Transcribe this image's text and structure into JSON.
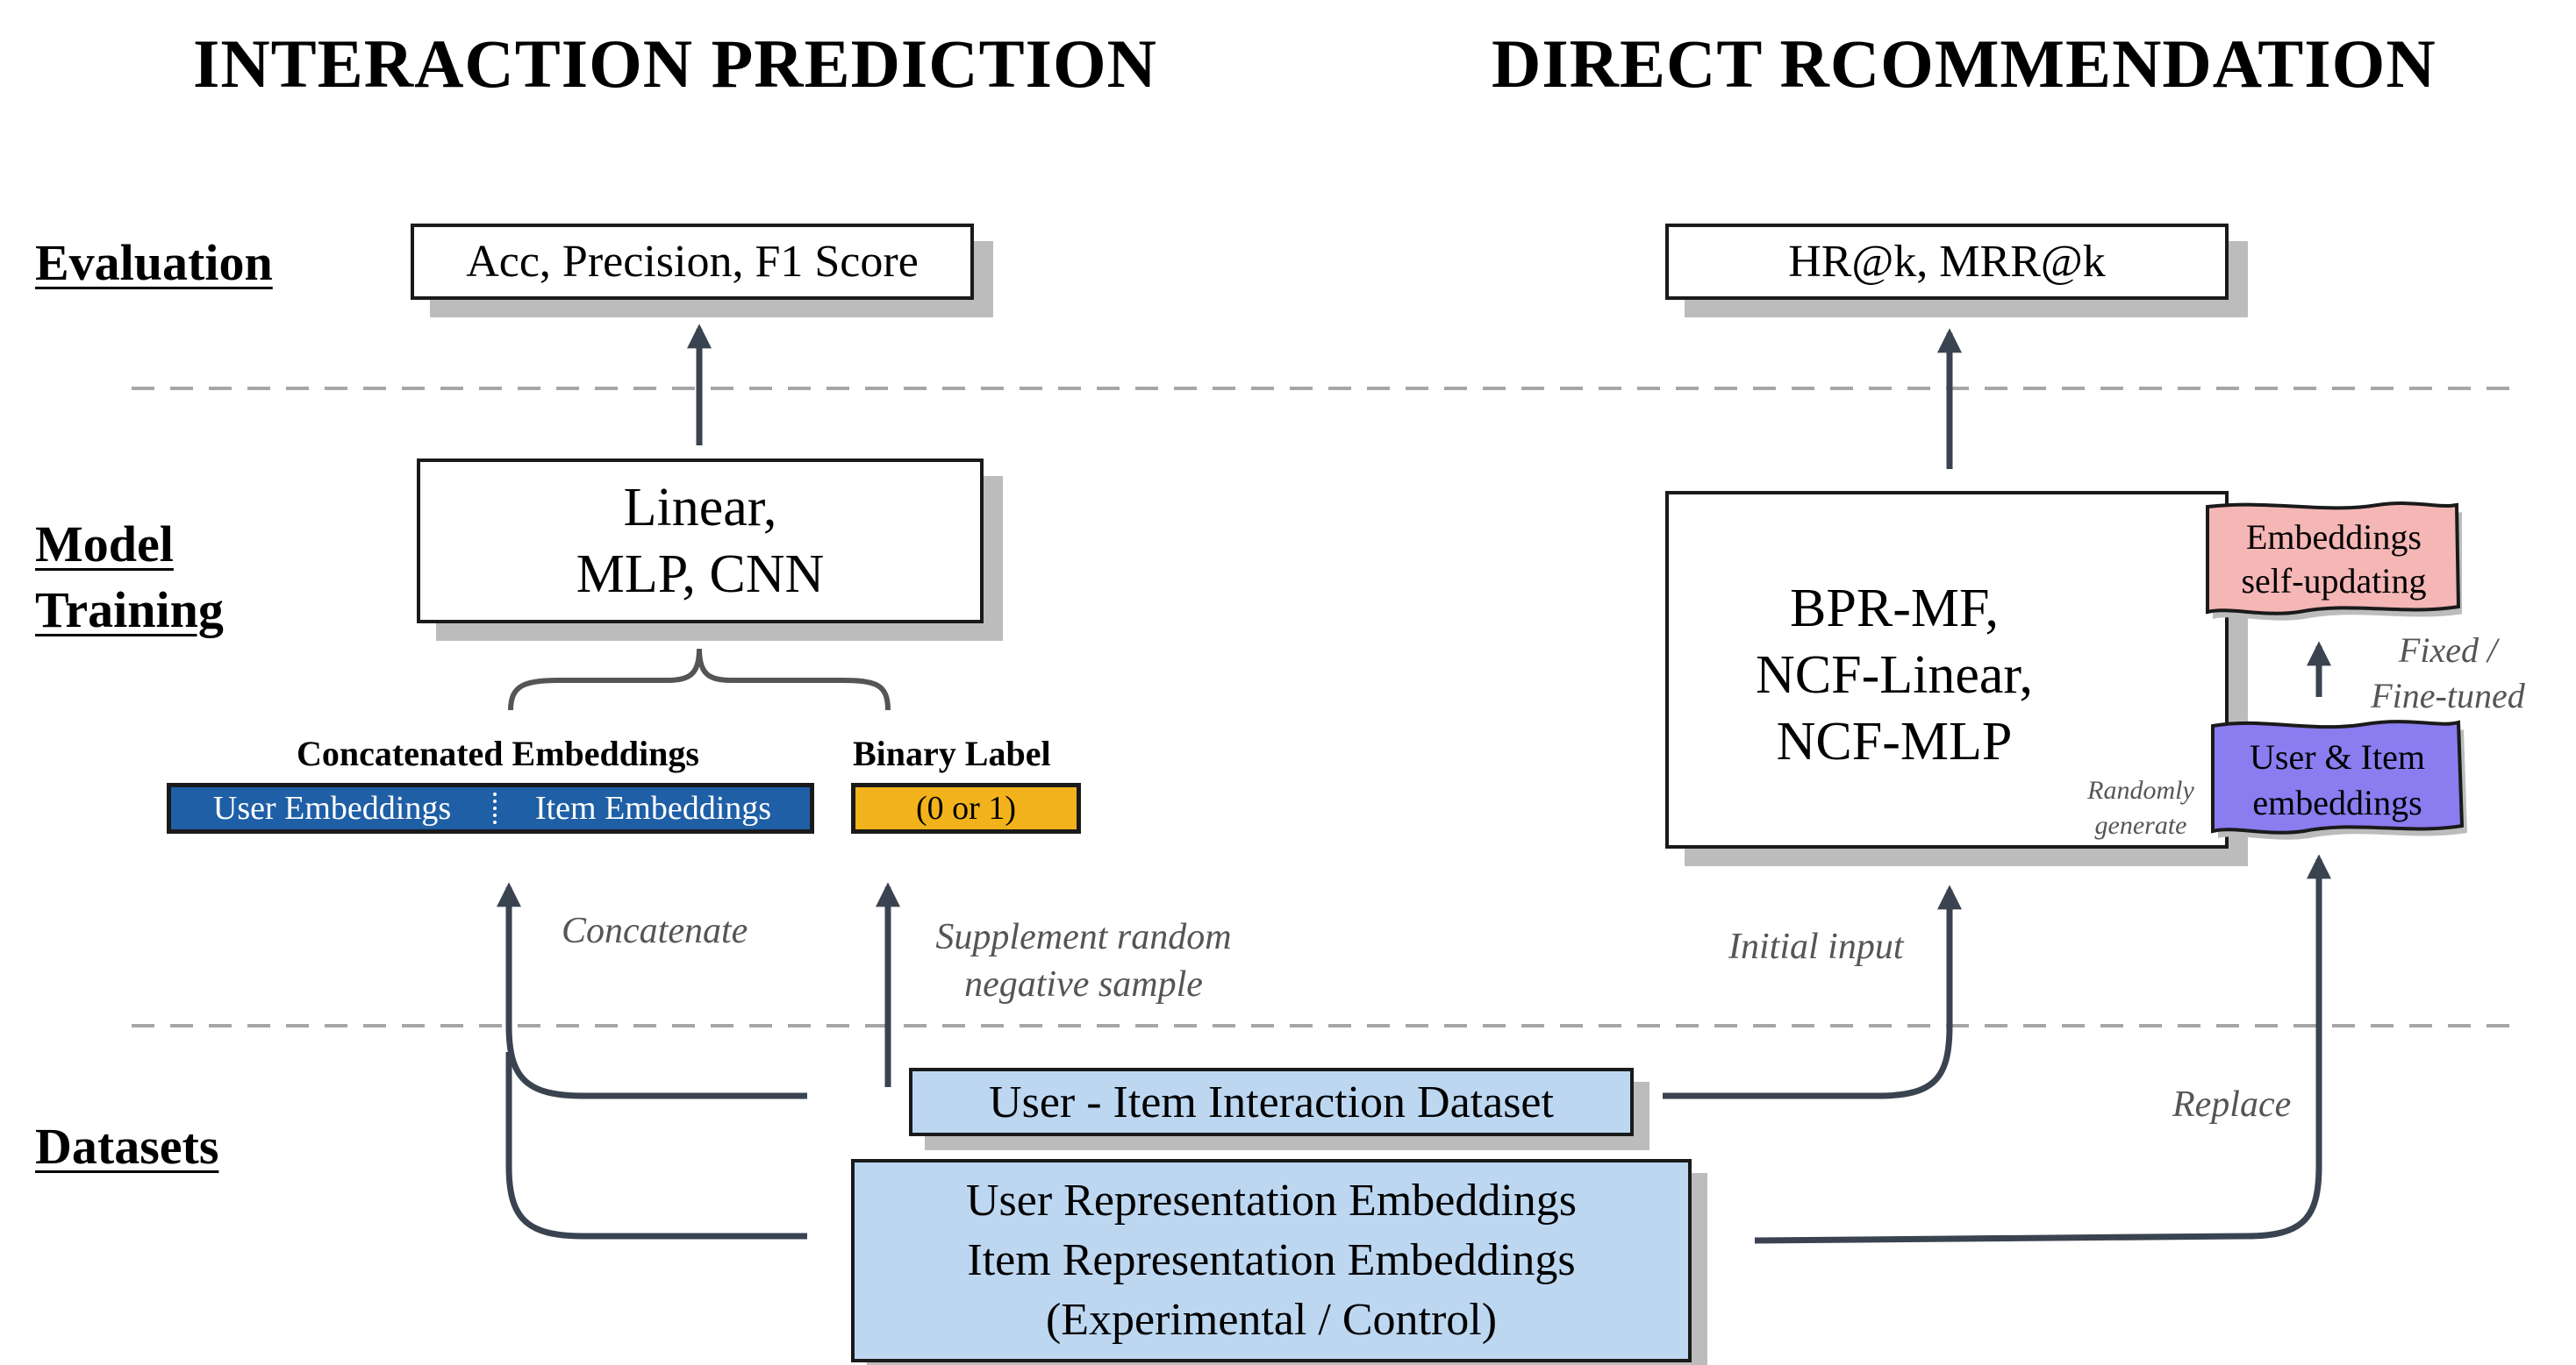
{
  "headings": {
    "left": "INTERACTION PREDICTION",
    "right": "DIRECT RCOMMENDATION"
  },
  "sections": {
    "evaluation": "Evaluation",
    "model_training_line1": "Model",
    "model_training_line2": "Training",
    "datasets": "Datasets"
  },
  "interaction_prediction": {
    "metrics": "Acc, Precision, F1 Score",
    "model_line1": "Linear,",
    "model_line2": "MLP, CNN",
    "concat_title": "Concatenated Embeddings",
    "user_embeddings": "User Embeddings",
    "item_embeddings": "Item Embeddings",
    "binary_title": "Binary Label",
    "binary_value": "(0 or 1)",
    "note_concatenate": "Concatenate",
    "note_supplement_line1": "Supplement random",
    "note_supplement_line2": "negative sample"
  },
  "direct_recommendation": {
    "metrics": "HR@k, MRR@k",
    "model_line1": "BPR-MF,",
    "model_line2": "NCF-Linear,",
    "model_line3": "NCF-MLP",
    "self_update_line1": "Embeddings",
    "self_update_line2": "self-updating",
    "user_item_line1": "User & Item",
    "user_item_line2": "embeddings",
    "note_randomly_line1": "Randomly",
    "note_randomly_line2": "generate",
    "note_fixed_line1": "Fixed /",
    "note_fixed_line2": "Fine-tuned",
    "note_initial_input": "Initial input",
    "note_replace": "Replace"
  },
  "datasets": {
    "interaction": "User - Item Interaction Dataset",
    "repr_line1": "User Representation Embeddings",
    "repr_line2": "Item Representation Embeddings",
    "repr_line3": "(Experimental / Control)"
  },
  "colors": {
    "arrow": "#3a4350",
    "dashed_divider": "#a6a6a6",
    "embedding_bar": "#1f5fa6",
    "binary_label": "#f2b21b",
    "dataset_box": "#bdd7f1",
    "self_updating_box": "#f5b6b6",
    "user_item_box": "#8b7cf0",
    "box_shadow": "#bcbcbc",
    "note_text": "#555555"
  }
}
